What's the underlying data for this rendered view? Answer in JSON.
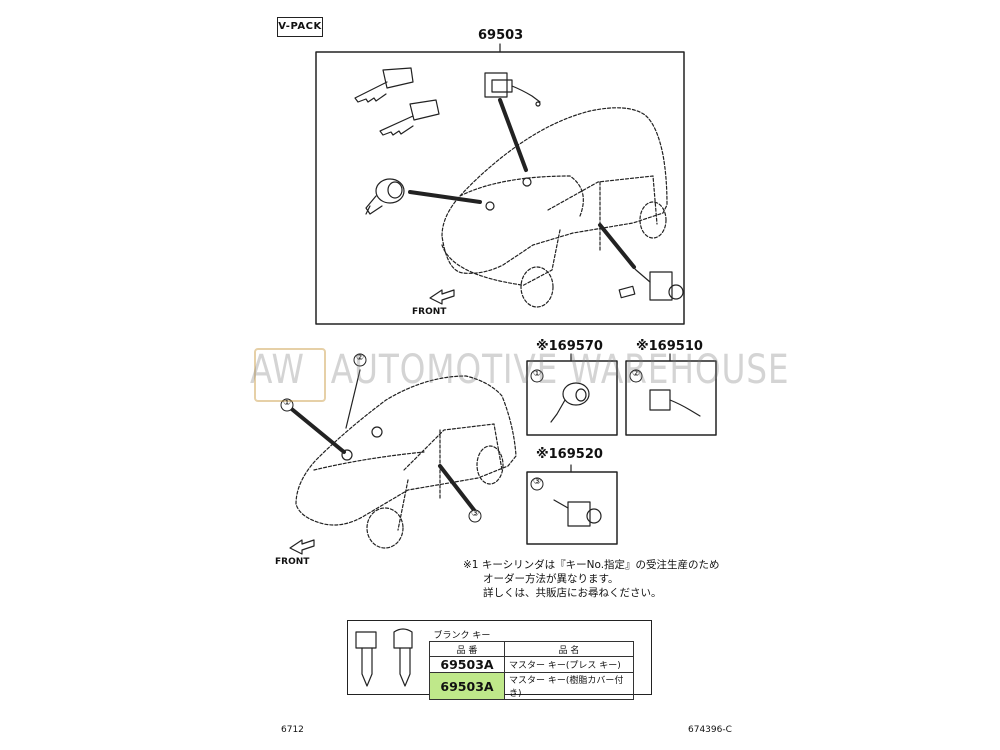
{
  "header": {
    "vpack": "V-PACK",
    "part_main": "69503"
  },
  "labels": {
    "front_top": "FRONT",
    "front_bottom": "FRONT",
    "callouts": [
      "①",
      "②",
      "③"
    ],
    "part_69570": "※169570",
    "part_69510": "※169510",
    "part_69520": "※169520"
  },
  "watermark": {
    "logo": "AW",
    "text": "AUTOMOTIVE WAREHOUSE"
  },
  "note": {
    "line1": "※1 キーシリンダは『キーNo.指定』の受注生産のため",
    "line2": "オーダー方法が異なります。",
    "line3": "詳しくは、共販店にお尋ねください。"
  },
  "key_table": {
    "title": "ブランク キー",
    "headers": [
      "品 番",
      "品 名"
    ],
    "rows": [
      {
        "part": "69503A",
        "name": "マスター キー(プレス キー)"
      },
      {
        "part": "69503A",
        "name": "マスター キー(樹脂カバー付き)"
      }
    ]
  },
  "footer": {
    "left": "6712",
    "right": "674396-C"
  },
  "colors": {
    "highlight": "#bfe88a",
    "line": "#222222"
  }
}
